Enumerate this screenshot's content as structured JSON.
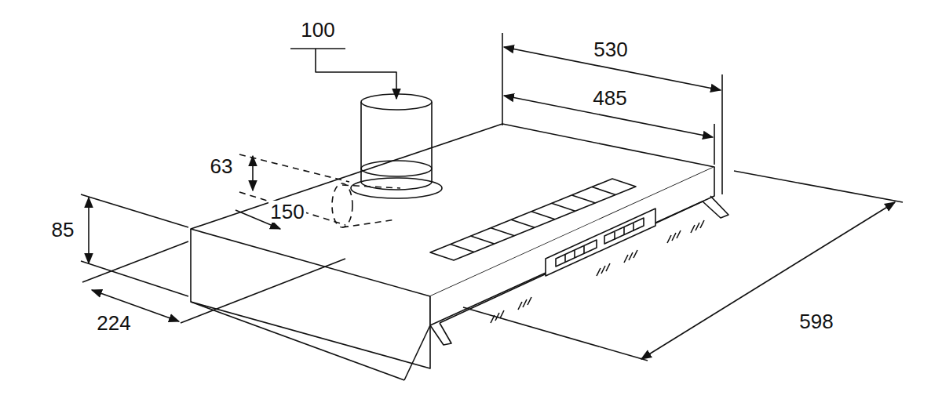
{
  "diagram": {
    "labels": [
      "100",
      "530",
      "485",
      "63",
      "150",
      "85",
      "224",
      "598"
    ]
  }
}
